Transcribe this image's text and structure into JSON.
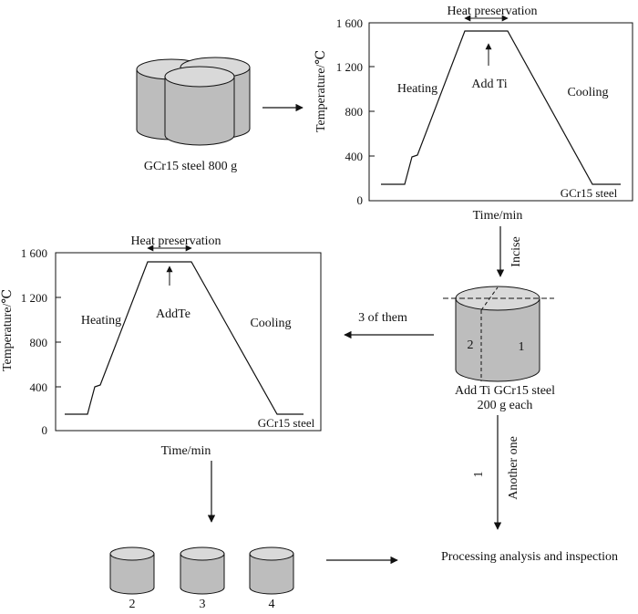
{
  "colors": {
    "steel_fill": "#bdbdbd",
    "steel_top": "#d9d9d9",
    "line": "#111111",
    "background": "#ffffff"
  },
  "ingot": {
    "label": "GCr15 steel   800 g"
  },
  "chart1": {
    "y_ticks": [
      "1 600",
      "1 200",
      "800",
      "400",
      "0"
    ],
    "ylabel": "Temperature/℃",
    "xlabel": "Time/min",
    "heating": "Heating",
    "cooling": "Cooling",
    "hold": "Heat preservation",
    "add": "Add Ti",
    "end_label": "GCr15 steel"
  },
  "incise": "Incise",
  "cut_ingot": {
    "part1": "1",
    "part2": "2",
    "label_line1": "Add Ti GCr15 steel",
    "label_line2": "200 g each"
  },
  "three_of_them": "3 of them",
  "chart2": {
    "y_ticks": [
      "1 600",
      "1 200",
      "800",
      "400",
      "0"
    ],
    "ylabel": "Temperature/℃",
    "xlabel": "Time/min",
    "heating": "Heating",
    "cooling": "Cooling",
    "hold": "Heat preservation",
    "add": "AddTe",
    "end_label": "GCr15 steel"
  },
  "another_one": "Another one",
  "one_label": "1",
  "samples": [
    "2",
    "3",
    "4"
  ],
  "final_step": "Processing analysis and inspection"
}
